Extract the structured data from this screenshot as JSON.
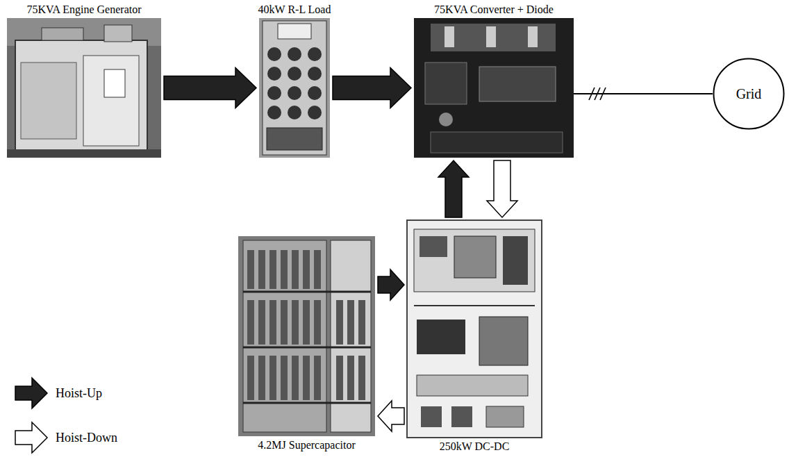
{
  "diagram": {
    "nodes": [
      {
        "text": [
          "75KVA Engine Generator"
        ]
      },
      {
        "text": [
          "40kW R-L Load"
        ]
      },
      {
        "text": [
          "75KVA Converter + Diode"
        ]
      },
      {
        "text": [
          "Grid"
        ]
      },
      {
        "text": [
          "4.2MJ Supercapacitor"
        ]
      },
      {
        "text": [
          "250kW DC-DC"
        ]
      }
    ],
    "edges": [
      {
        "from": 0,
        "to": 1,
        "arrow": "to"
      },
      {
        "from": 1,
        "to": 2,
        "arrow": "to"
      },
      {
        "from": 2,
        "to": 3,
        "arrow": "none"
      },
      {
        "from": 5,
        "to": 2,
        "arrow": "to"
      },
      {
        "from": 2,
        "to": 5,
        "arrow": "to"
      },
      {
        "from": 4,
        "to": 5,
        "arrow": "to"
      },
      {
        "from": 5,
        "to": 4,
        "arrow": "to"
      }
    ],
    "legend": [
      {
        "text": "Hoist-Up"
      },
      {
        "text": "Hoist-Down"
      }
    ]
  }
}
